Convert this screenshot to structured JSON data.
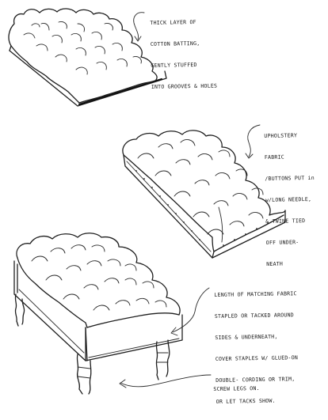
{
  "notes": {
    "batting": [
      "THICK LAYER OF",
      "COTTON BATTING,",
      "GENTLY STUFFED",
      "INTO GROOVES & HOLES"
    ],
    "upholstery": [
      "UPHOLSTERY",
      "FABRIC",
      "/BUTTONS PUT in",
      "w/LONG NEEDLE,",
      "& TWINE TIED",
      "OFF UNDER-",
      "NEATH"
    ],
    "skirt": [
      "LENGTH OF MATCHING FABRIC",
      "STAPLED OR TACKED AROUND",
      "SIDES & UNDERNEATH,",
      "COVER STAPLES W/ GLUED-ON",
      "DOUBLE- CORDING OR TRIM,",
      "OR LET TACKS SHOW."
    ],
    "legs": [
      "SCREW LEGS ON."
    ]
  }
}
